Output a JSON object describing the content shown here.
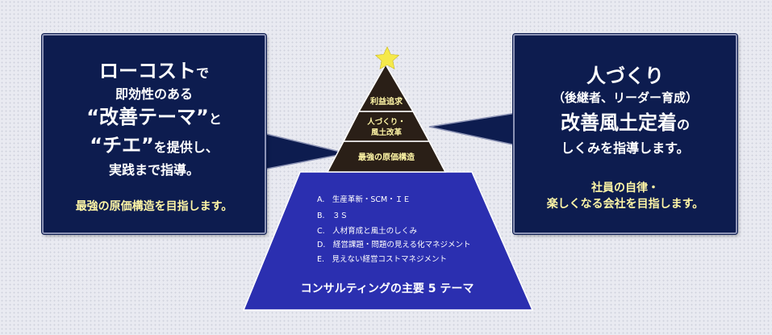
{
  "left_panel": {
    "l1_big": "ローコスト",
    "l1_small": "で",
    "l2": "即効性のある",
    "l3_big": "“改善テーマ”",
    "l3_small": "と",
    "l4_big": "“チエ”",
    "l4_small": "を提供し、",
    "l5": "実践まで指導。",
    "footer": "最強の原価構造を目指します。"
  },
  "right_panel": {
    "l1": "人づくり",
    "l2": "（後継者、リーダー育成）",
    "l3_big": "改善風土定着",
    "l3_small": "の",
    "l4": "しくみを指導します。",
    "footer1": "社員の自律・",
    "footer2": "楽しくなる会社を目指します。"
  },
  "pyramid": {
    "tier1": "利益追求",
    "tier2a": "人づくり・",
    "tier2b": "風土改革",
    "tier3": "最強の原価構造",
    "items": [
      "A.　生産革新・SCM・ＩＥ",
      "B.　３Ｓ",
      "C.　人材育成と風土のしくみ",
      "D.　経営課題・問題の見える化マネジメント",
      "E.　見えない経営コストマネジメント"
    ],
    "base_title": "コンサルティングの主要 5 テーマ"
  },
  "colors": {
    "navy": "#0d1c4f",
    "dark_tier": "#2a1f17",
    "blue_base": "#2b2fb0",
    "label_yellow": "#fff6a6",
    "star": "#f5e94a"
  }
}
